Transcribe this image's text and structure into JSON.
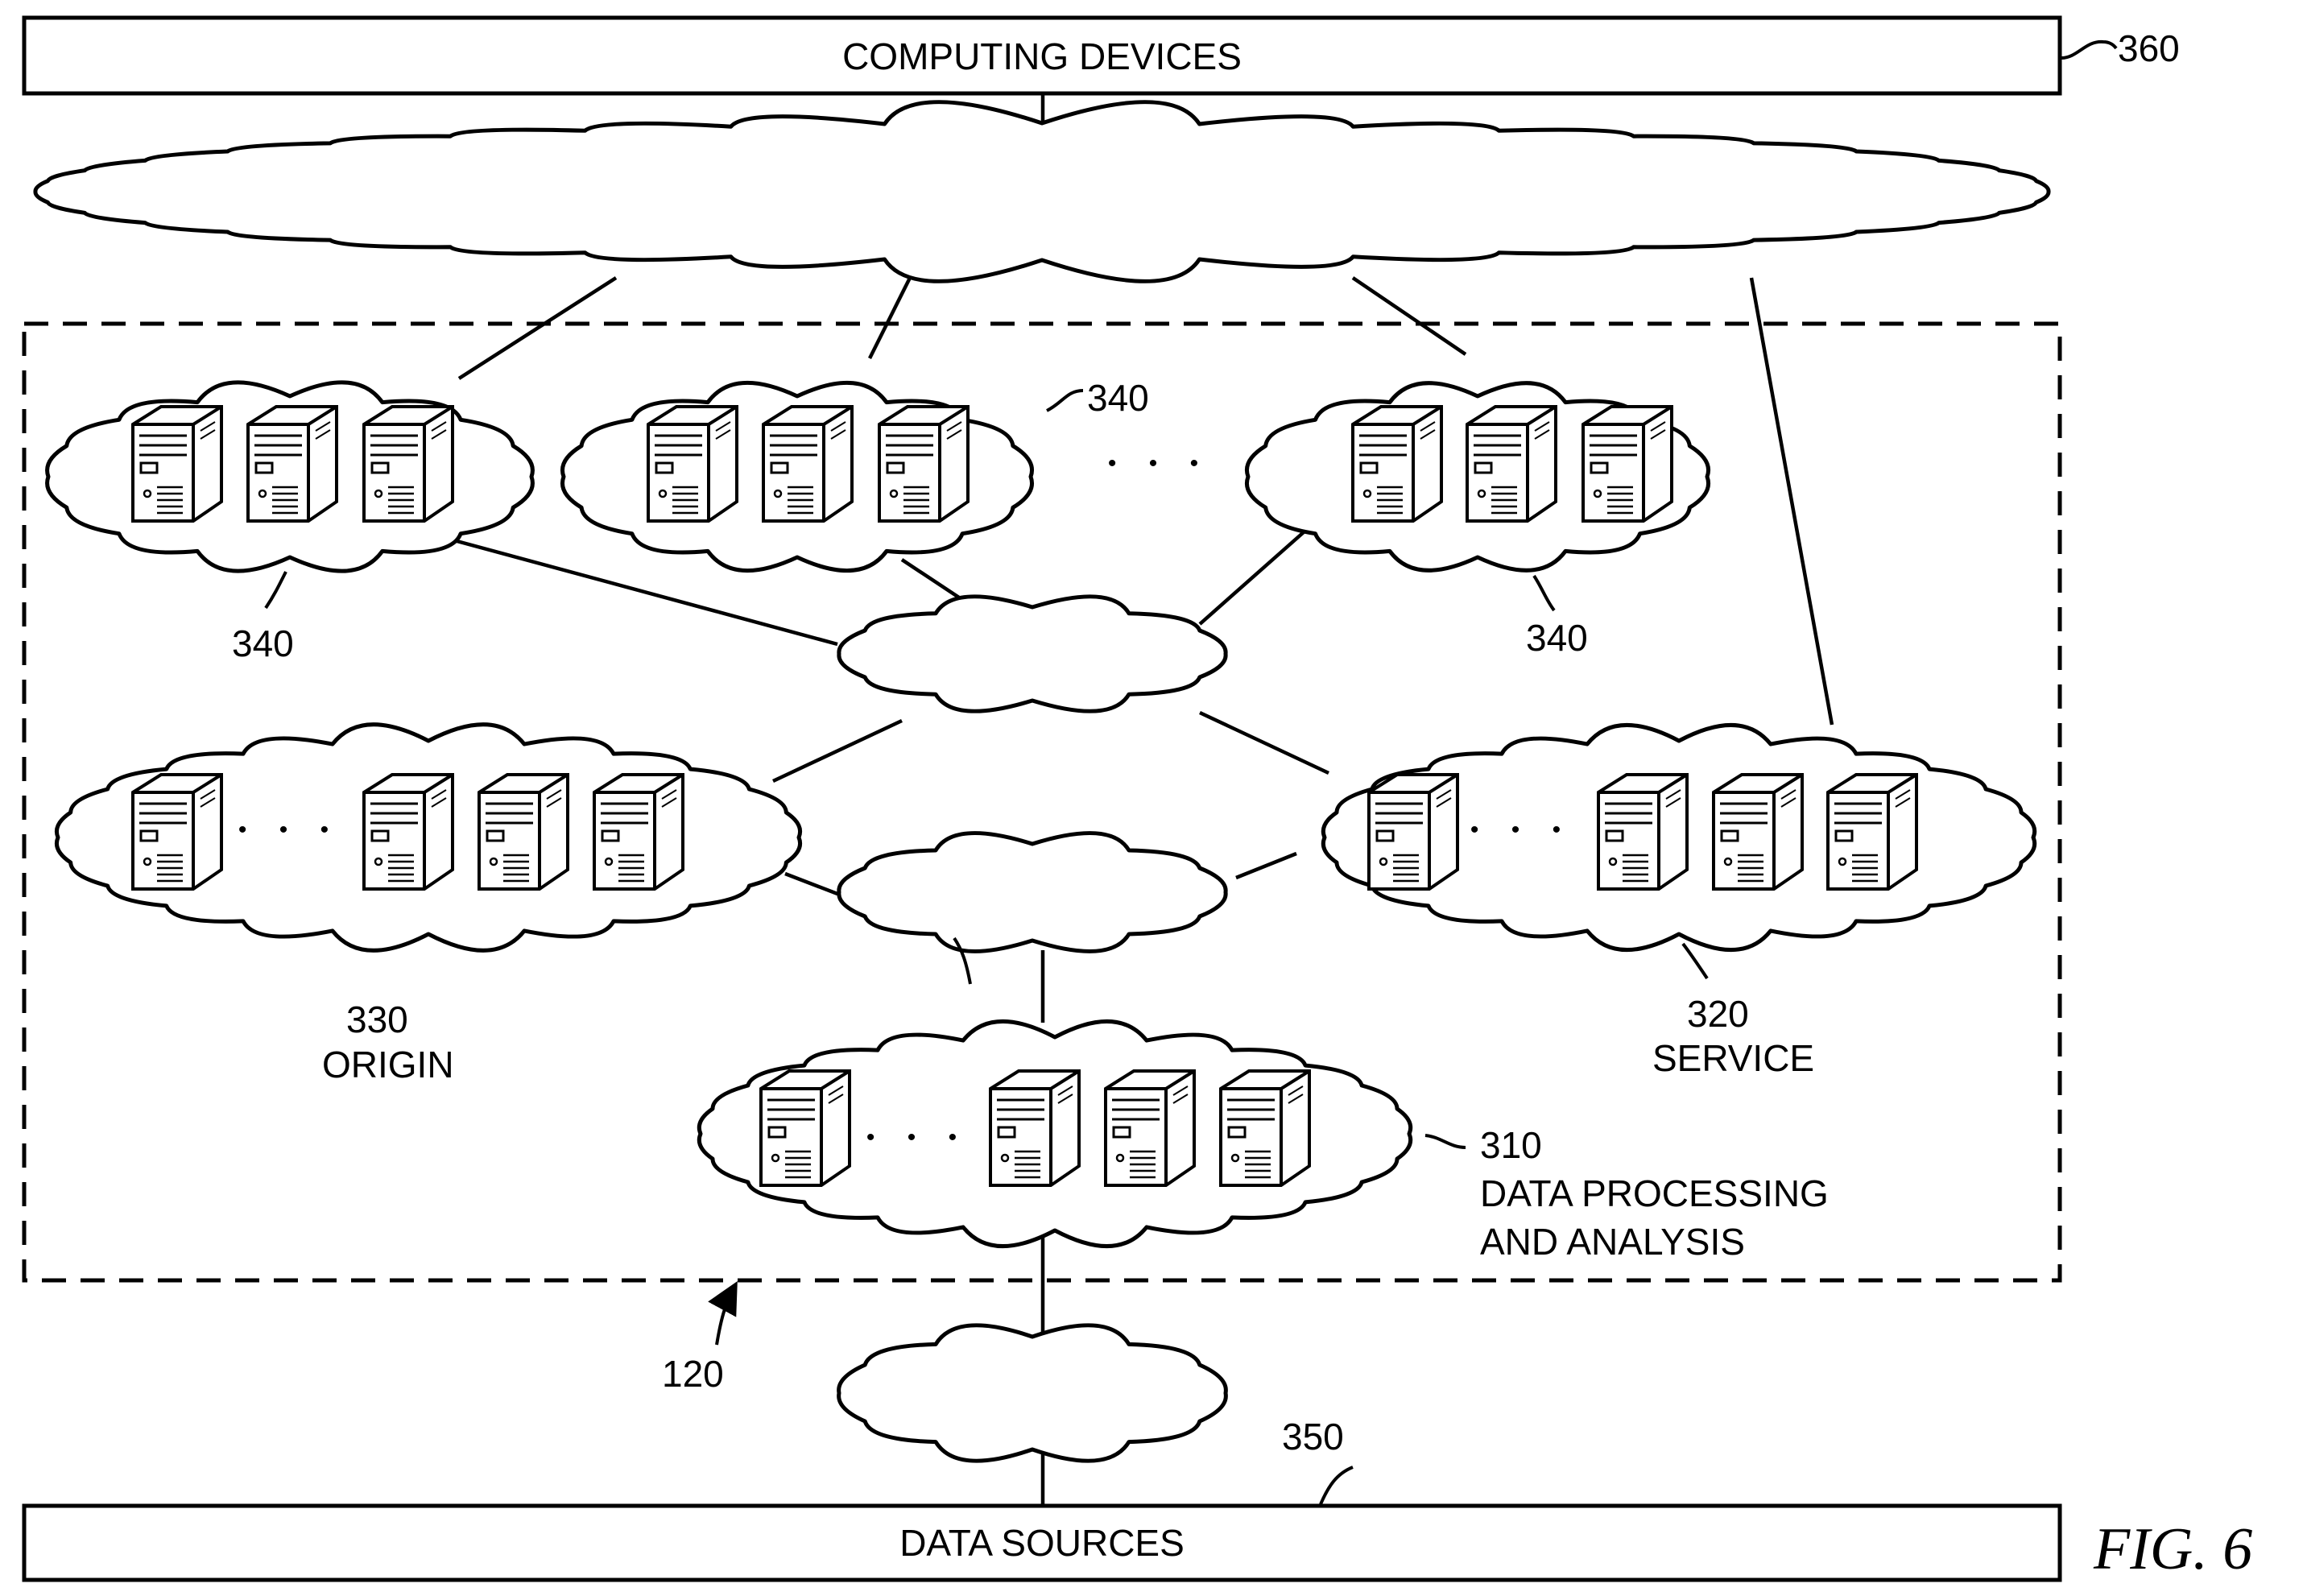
{
  "figure_label": "FIG. 6",
  "boxes": {
    "computing_devices": "COMPUTING DEVICES",
    "data_sources": "DATA SOURCES"
  },
  "refs": {
    "computing_devices": "360",
    "data_sources": "350",
    "system": "120",
    "edge_left": "340",
    "edge_middle": "340",
    "edge_right": "340",
    "origin": "330",
    "service": "320",
    "data_processing": "310"
  },
  "captions": {
    "origin": "ORIGIN",
    "service": "SERVICE",
    "data_processing_1": "DATA PROCESSING",
    "data_processing_2": "AND ANALYSIS"
  },
  "ellipsis": "• • •"
}
